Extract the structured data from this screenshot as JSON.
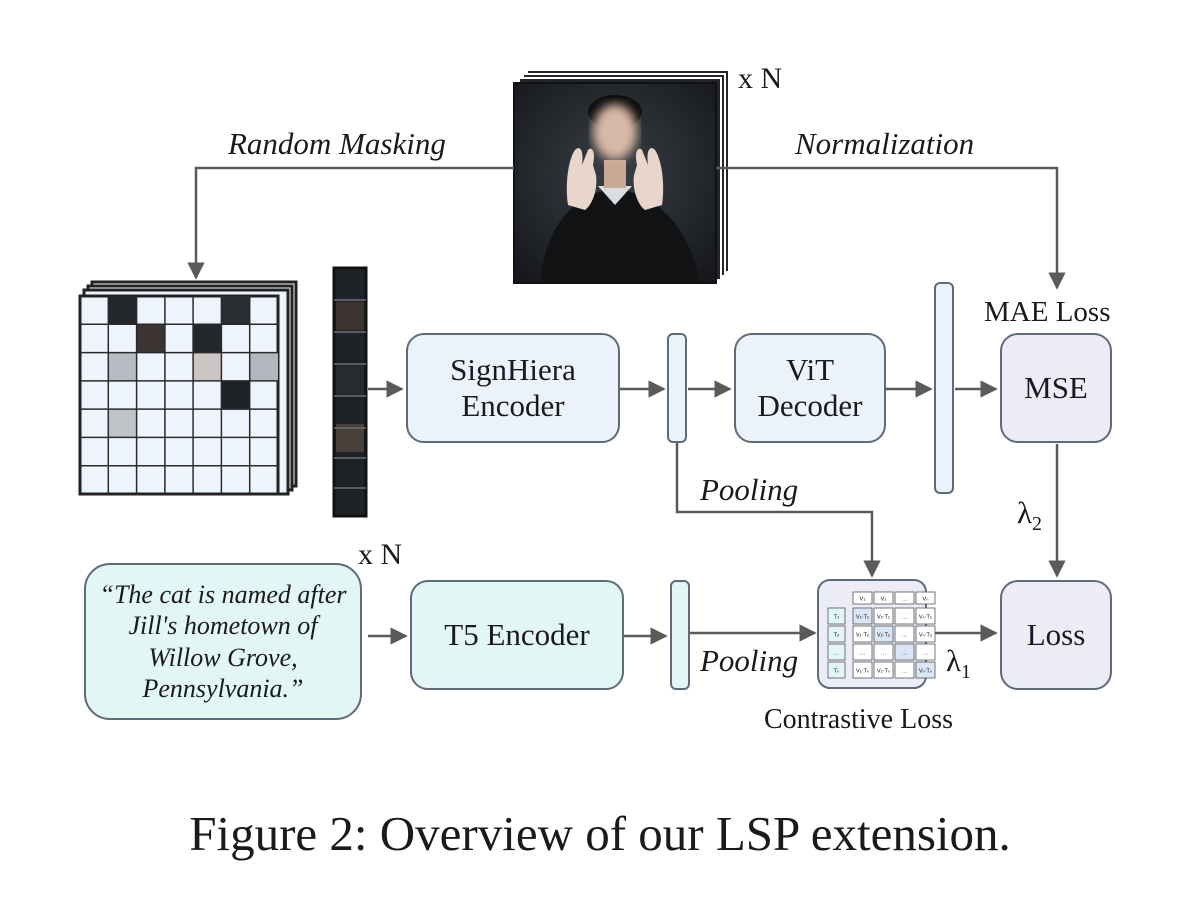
{
  "labels": {
    "repeat_top": "x N",
    "repeat_text": "x N",
    "random_masking": "Random Masking",
    "normalization": "Normalization",
    "mae_loss": "MAE Loss",
    "pooling_top": "Pooling",
    "pooling_bottom": "Pooling",
    "lambda1": "λ",
    "lambda1_sub": "1",
    "lambda2": "λ",
    "lambda2_sub": "2",
    "contrastive_loss": "Contrastive Loss"
  },
  "boxes": {
    "signhiera": "SignHiera\nEncoder",
    "vit_decoder": "ViT\nDecoder",
    "mse": "MSE",
    "t5": "T5 Encoder",
    "loss": "Loss"
  },
  "quote": "“The cat is named after Jill's hometown of Willow Grove, Pennsylvania.”",
  "matrix": {
    "col_headers": [
      "V₁",
      "V₂",
      "...",
      "Vₙ"
    ],
    "row_headers": [
      "T₁",
      "T₂",
      "...",
      "Tₙ"
    ],
    "cells": [
      [
        "V₁·T₁",
        "V₂·T₁",
        "...",
        "Vₙ·T₁"
      ],
      [
        "V₁·T₂",
        "V₂·T₂",
        "...",
        "Vₙ·T₂"
      ],
      [
        "...",
        "...",
        "...",
        "..."
      ],
      [
        "V₁·Tₙ",
        "V₂·Tₙ",
        "...",
        "Vₙ·Tₙ"
      ]
    ]
  },
  "caption": "Figure 2: Overview of our LSP extension.",
  "colors": {
    "encoder_fill": "#ecf2fb",
    "text_fill": "#e2f6f4",
    "loss_fill": "#ecebf8",
    "arrow": "#5a5a5a",
    "frame": "#1e2125"
  }
}
